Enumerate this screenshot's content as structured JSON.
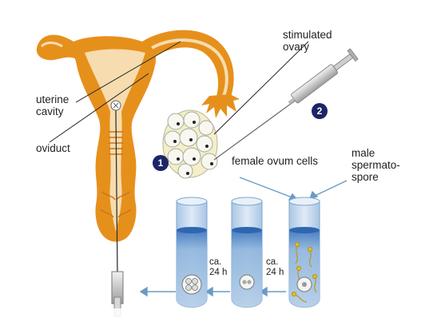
{
  "labels": {
    "uterine_cavity": [
      "uterine",
      "cavity"
    ],
    "oviduct": "oviduct",
    "stimulated_ovary": [
      "stimulated",
      "ovary"
    ],
    "female_ovum_cells": "female ovum cells",
    "male_sperm": [
      "male",
      "spermato-",
      "spore"
    ],
    "incubation_1": [
      "ca.",
      "24 h"
    ],
    "incubation_2": [
      "ca.",
      "24 h"
    ]
  },
  "badges": {
    "one": "1",
    "two": "2"
  },
  "colors": {
    "uterus_orange": "#e6901c",
    "uterus_light": "#f6dcae",
    "tube_fill": "#c9dcef",
    "tube_liquid": "#4d86c9",
    "arrow_blue": "#6a9ac6",
    "badge_navy": "#1c2566"
  }
}
